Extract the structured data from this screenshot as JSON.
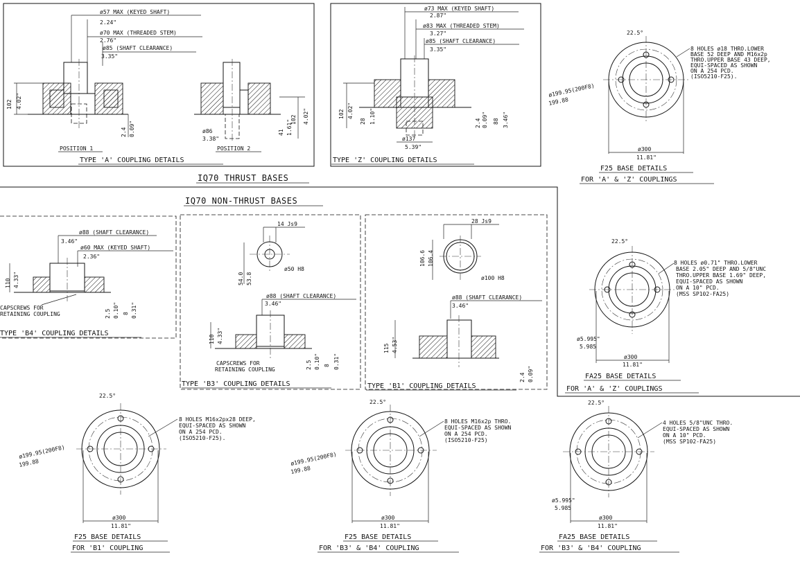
{
  "sections": {
    "thrust_title": "IQ70 THRUST BASES",
    "nonthrust_title": "IQ70 NON-THRUST BASES"
  },
  "type_a": {
    "caption": "TYPE 'A' COUPLING DETAILS",
    "pos1": "POSITION 1",
    "pos2": "POSITION 2",
    "lbl1": "ø57 MAX (KEYED SHAFT)",
    "lbl1b": "2.24\"",
    "lbl2": "ø70 MAX (THREADED STEM)",
    "lbl2b": "2.76\"",
    "lbl3": "ø85 (SHAFT CLEARANCE)",
    "lbl3b": "3.35\"",
    "h102": "102",
    "h402": "4.02\"",
    "d24": "2.4",
    "d009": "0.09\"",
    "d86": "ø86",
    "d338": "3.38\"",
    "d41": "41",
    "d161": "1.61\"",
    "h102b": "102",
    "h402b": "4.02\""
  },
  "type_z": {
    "caption": "TYPE 'Z' COUPLING DETAILS",
    "lbl1": "ø73 MAX (KEYED SHAFT)",
    "lbl1b": "2.87\"",
    "lbl2": "ø83 MAX (THREADED STEM)",
    "lbl2b": "3.27\"",
    "lbl3": "ø85 (SHAFT CLEARANCE)",
    "lbl3b": "3.35\"",
    "h102": "102",
    "h402": "4.02\"",
    "h28": "28",
    "h110": "1.10\"",
    "d24": "2.4",
    "d009": "0.09\"",
    "d88": "88",
    "d346": "3.46\"",
    "d137": "ø137",
    "d539": "5.39\""
  },
  "f25_top": {
    "angle": "22.5°",
    "note": [
      "8 HOLES ø18 THRO.LOWER",
      "BASE 52 DEEP AND M16x2p",
      "THRO.UPPER BASE 43 DEEP,",
      "EQUI-SPACED AS SHOWN",
      "ON A 254 PCD.",
      "(ISO5210-F25)."
    ],
    "pilot": "ø199.95(200F8)",
    "pilot2": "199.88",
    "dia": "ø300",
    "dia2": "11.81\"",
    "caption1": "F25 BASE DETAILS",
    "caption2": "FOR 'A' & 'Z' COUPLINGS"
  },
  "fa25_mid": {
    "angle": "22.5°",
    "note": [
      "8 HOLES ø0.71\" THRO.LOWER",
      "BASE 2.05\" DEEP AND 5/8\"UNC",
      "THRO.UPPER BASE 1.69\" DEEP,",
      "EQUI-SPACED AS SHOWN",
      "ON A 10\" PCD.",
      "(MSS SP102-FA25)"
    ],
    "pilot": "ø5.995\"",
    "pilot2": "5.985",
    "dia": "ø300",
    "dia2": "11.81\"",
    "caption1": "FA25 BASE DETAILS",
    "caption2": "FOR 'A' & 'Z' COUPLINGS"
  },
  "type_b4": {
    "caption": "TYPE 'B4' COUPLING DETAILS",
    "lbl1": "ø88 (SHAFT CLEARANCE)",
    "lbl1b": "3.46\"",
    "lbl2": "ø60 MAX (KEYED SHAFT)",
    "lbl2b": "2.36\"",
    "h110": "110",
    "h433": "4.33\"",
    "cap1": "CAPSCREWS FOR",
    "cap2": "RETAINING COUPLING",
    "d25": "2.5",
    "d010": "0.10\"",
    "d8": "8",
    "d031": "0.31\""
  },
  "type_b3": {
    "caption": "TYPE 'B3' COUPLING DETAILS",
    "key": "14 Js9",
    "h540": "54.0",
    "h538": "53.8",
    "bore": "ø50 H8",
    "lbl1": "ø88 (SHAFT CLEARANCE)",
    "lbl1b": "3.46\"",
    "h110": "110",
    "h433": "4.33\"",
    "cap1": "CAPSCREWS FOR",
    "cap2": "RETAINING COUPLING",
    "d25": "2.5",
    "d010": "0.10\"",
    "d8": "8",
    "d031": "0.31\""
  },
  "type_b1": {
    "caption": "TYPE 'B1' COUPLING DETAILS",
    "key": "28 Js9",
    "h1066": "106.6",
    "h1064": "106.4",
    "bore": "ø100 H8",
    "lbl1": "ø88 (SHAFT CLEARANCE)",
    "lbl1b": "3.46\"",
    "h115": "115",
    "h453": "4.53\"",
    "d24": "2.4",
    "d009": "0.09\""
  },
  "f25_b1": {
    "angle": "22.5°",
    "note": [
      "8 HOLES M16x2px28 DEEP,",
      "EQUI-SPACED AS SHOWN",
      "ON A 254 PCD.",
      "(ISO5210-F25)."
    ],
    "pilot": "ø199.95(200F8)",
    "pilot2": "199.88",
    "dia": "ø300",
    "dia2": "11.81\"",
    "caption1": "F25 BASE DETAILS",
    "caption2": "FOR 'B1' COUPLING"
  },
  "f25_b3b4": {
    "angle": "22.5°",
    "note": [
      "8 HOLES M16x2p THRO.",
      "EQUI-SPACED AS SHOWN",
      "ON A 254 PCD.",
      "(ISO5210-F25)"
    ],
    "pilot": "ø199.95(200F8)",
    "pilot2": "199.88",
    "dia": "ø300",
    "dia2": "11.81\"",
    "caption1": "F25 BASE DETAILS",
    "caption2": "FOR 'B3' & 'B4' COUPLING"
  },
  "fa25_b3b4": {
    "angle": "22.5°",
    "note": [
      "4 HOLES 5/8\"UNC THRO.",
      "EQUI-SPACED AS SHOWN",
      "ON A 10\" PCD.",
      "(MSS SP102-FA25)"
    ],
    "pilot": "ø5.995\"",
    "pilot2": "5.985",
    "dia": "ø300",
    "dia2": "11.81\"",
    "caption1": "FA25 BASE DETAILS",
    "caption2": "FOR 'B3' & 'B4' COUPLING"
  }
}
